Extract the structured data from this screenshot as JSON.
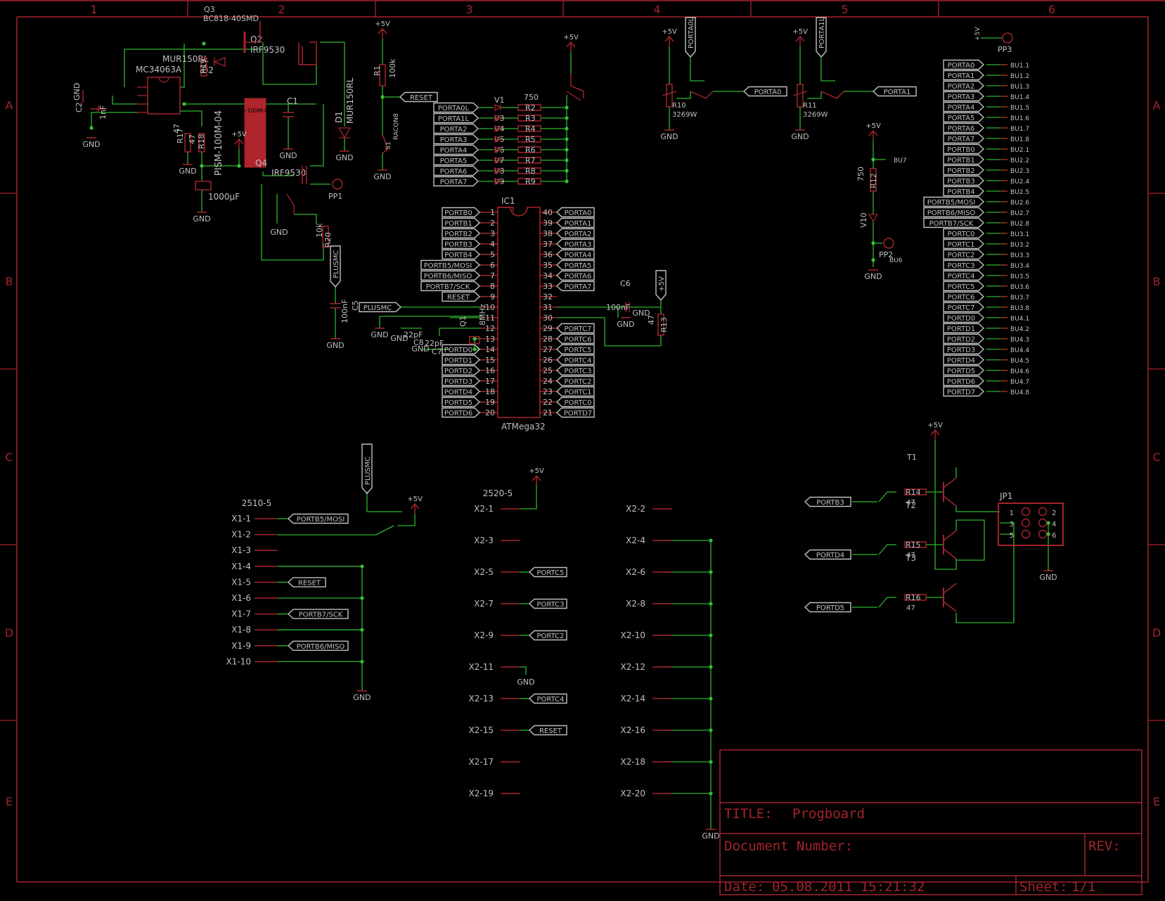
{
  "colors": {
    "background": "#000000",
    "frame": "#a3242c",
    "wire": "#2db52d",
    "text": "#c0c0c0",
    "part_fill": "#b0242c",
    "junction": "#39c139"
  },
  "frame": {
    "columns": [
      "1",
      "2",
      "3",
      "4",
      "5",
      "6"
    ],
    "rows": [
      "A",
      "B",
      "C",
      "D",
      "E"
    ]
  },
  "title_block": {
    "title_label": "TITLE:",
    "title": "Progboard",
    "document_label": "Document Number:",
    "rev_label": "REV:",
    "date_label": "Date:",
    "date": "05.08.2011 15:21:32",
    "sheet_label": "Sheet:",
    "sheet": "1/1"
  },
  "power_supply": {
    "q3": "Q3",
    "q3_type": "BC818-40SMD",
    "q2": "Q2",
    "q2_type": "IRF9530",
    "q4": "Q4",
    "q4_type": "IRF9530",
    "d2": "MUR150RL",
    "d2_ref": "D2",
    "d1": "D1",
    "d1_type": "MUR150RL",
    "ic": "MC34063A",
    "c2": "C2",
    "c2_val": "1nF",
    "c1": "C1",
    "c3_val": "1000µF",
    "r17": "R17",
    "r17_val": "47",
    "r18": "R18",
    "r19": "R19",
    "r20": "R20",
    "r20_val": "10k",
    "inductor": "PISM-100M-04",
    "pp1": "PP1",
    "plusmc": "PLUSMC",
    "c5_val": "100nF",
    "c5": "C5"
  },
  "reset": {
    "r1": "R1",
    "r1_val": "100k",
    "s1": "S1",
    "s1_type": "RACON8",
    "label": "RESET"
  },
  "led_bank": {
    "title": "750",
    "ports": [
      "PORTA0L",
      "PORTA1L",
      "PORTA2",
      "PORTA3",
      "PORTA4",
      "PORTA5",
      "PORTA6",
      "PORTA7"
    ],
    "leds": [
      "V1",
      "V3",
      "V4",
      "V5",
      "V6",
      "V7",
      "V8",
      "V9"
    ],
    "resistors": [
      "R2",
      "R3",
      "R4",
      "R5",
      "R6",
      "R7",
      "R8",
      "R9"
    ]
  },
  "mcu": {
    "ref": "IC1",
    "type": "ATMega32",
    "left_pins": [
      "1",
      "2",
      "3",
      "4",
      "5",
      "6",
      "7",
      "8",
      "9",
      "10",
      "11",
      "12",
      "13",
      "14",
      "15",
      "16",
      "17",
      "18",
      "19",
      "20"
    ],
    "right_pins": [
      "40",
      "39",
      "38",
      "37",
      "36",
      "35",
      "34",
      "33",
      "32",
      "31",
      "30",
      "29",
      "28",
      "27",
      "26",
      "25",
      "24",
      "23",
      "22",
      "21"
    ],
    "left_labels": [
      "PORTB0",
      "PORTB1",
      "PORTB2",
      "PORTB3",
      "PORTB4",
      "PORTB5/MOSI",
      "PORTB6/MISO",
      "PORTB7/SCK",
      "RESET",
      "",
      "",
      "",
      "",
      "PORTD0",
      "PORTD1",
      "PORTD2",
      "PORTD3",
      "PORTD4",
      "PORTD5",
      "PORTD6"
    ],
    "right_labels": [
      "PORTA0",
      "PORTA1",
      "PORTA2",
      "PORTA3",
      "PORTA4",
      "PORTA5",
      "PORTA6",
      "PORTA7",
      "",
      "",
      "",
      "PORTC7",
      "PORTC6",
      "PORTC5",
      "PORTC4",
      "PORTC3",
      "PORTC2",
      "PORTC1",
      "PORTC0",
      "PORTD7"
    ],
    "crystal": "Q1",
    "crystal_val": "8MHz",
    "c6": "C6",
    "c6_val": "100nF",
    "c7": "C7",
    "c8": "C8",
    "cap22": "22pF",
    "r13": "R13",
    "r13_val": "47",
    "plusmc": "PLUSMC"
  },
  "pots": [
    {
      "ref": "R10",
      "type": "3269W",
      "port_vert": "PORTA0L",
      "port": "PORTA0"
    },
    {
      "ref": "R11",
      "type": "3269W",
      "port_vert": "PORTA1L",
      "port": "PORTA1"
    }
  ],
  "bu7": "BU7",
  "r12": "R12",
  "r12_val": "750",
  "v10": "V10",
  "pp2": "PP2",
  "bu6": "BU6",
  "pp3": "PP3",
  "bu_labels": [
    "PORTA0",
    "PORTA1",
    "PORTA2",
    "PORTA3",
    "PORTA4",
    "PORTA5",
    "PORTA6",
    "PORTA7",
    "PORTB0",
    "PORTB1",
    "PORTB2",
    "PORTB3",
    "PORTB4",
    "PORTB5/MOSI",
    "PORTB6/MISO",
    "PORTB7/SCK",
    "PORTC0",
    "PORTC1",
    "PORTC2",
    "PORTC3",
    "PORTC4",
    "PORTC5",
    "PORTC6",
    "PORTC7",
    "PORTD0",
    "PORTD1",
    "PORTD2",
    "PORTD3",
    "PORTD4",
    "PORTD5",
    "PORTD6",
    "PORTD7"
  ],
  "bu_pins": [
    "BU1.1",
    "BU1.2",
    "BU1.3",
    "BU1.4",
    "BU1.5",
    "BU1.6",
    "BU1.7",
    "BU1.8",
    "BU2.1",
    "BU2.2",
    "BU2.3",
    "BU2.4",
    "BU2.5",
    "BU2.6",
    "BU2.7",
    "BU2.8",
    "BU3.1",
    "BU3.2",
    "BU3.3",
    "BU3.4",
    "BU3.5",
    "BU3.6",
    "BU3.7",
    "BU3.8",
    "BU4.1",
    "BU4.2",
    "BU4.3",
    "BU4.4",
    "BU4.5",
    "BU4.6",
    "BU4.7",
    "BU4.8"
  ],
  "x1": {
    "title": "2510-5",
    "pins": [
      "X1-1",
      "X1-2",
      "X1-3",
      "X1-4",
      "X1-5",
      "X1-6",
      "X1-7",
      "X1-8",
      "X1-9",
      "X1-10"
    ],
    "labels": [
      "PORTB5/MOSI",
      "",
      "",
      "",
      "RESET",
      "",
      "PORTB7/SCK",
      "",
      "PORTB6/MISO",
      ""
    ],
    "plusmc": "PLUSMC"
  },
  "x2": {
    "title": "2520-5",
    "left_pins": [
      "X2-1",
      "X2-3",
      "X2-5",
      "X2-7",
      "X2-9",
      "X2-11",
      "X2-13",
      "X2-15",
      "X2-17",
      "X2-19"
    ],
    "left_labels": [
      "",
      "",
      "PORTC5",
      "PORTC3",
      "PORTC2",
      "",
      "PORTC4",
      "RESET",
      "",
      ""
    ],
    "right_pins": [
      "X2-2",
      "X2-4",
      "X2-6",
      "X2-8",
      "X2-10",
      "X2-12",
      "X2-14",
      "X2-16",
      "X2-18",
      "X2-20"
    ]
  },
  "transistors": {
    "t1": "T1",
    "t2": "T2",
    "t3": "T3",
    "inputs": [
      "PORTB3",
      "PORTD4",
      "PORTD5"
    ],
    "resistors": [
      "R14",
      "R15",
      "R16"
    ],
    "values": [
      "47",
      "47",
      "47"
    ],
    "jp1": "JP1",
    "jp_pins": [
      "1",
      "2",
      "3",
      "4",
      "5",
      "6"
    ]
  },
  "net": {
    "gnd": "GND",
    "vcc": "+5V"
  }
}
